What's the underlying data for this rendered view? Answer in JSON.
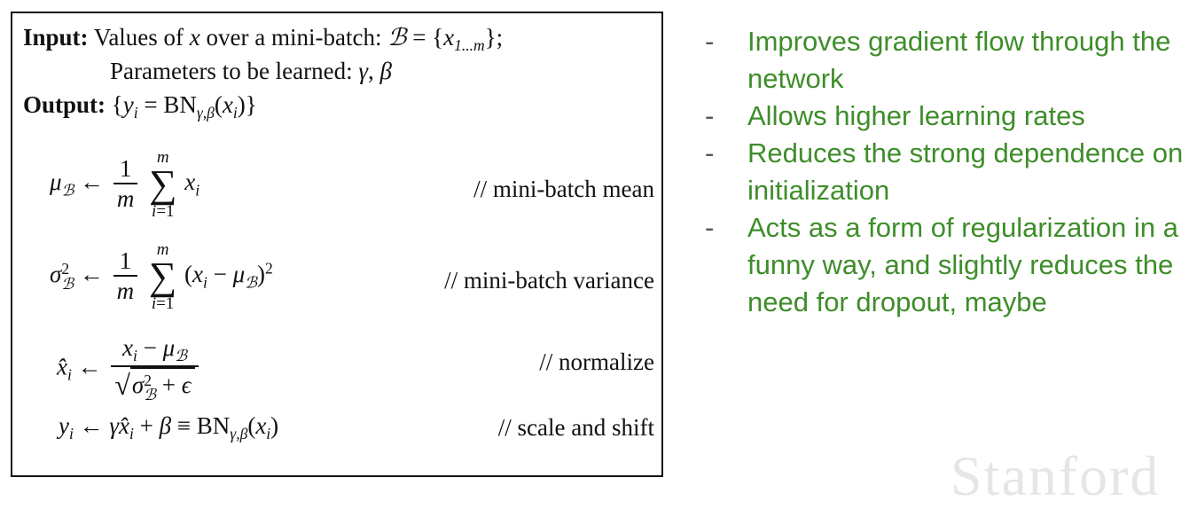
{
  "algorithm": {
    "input_label": "Input:",
    "input_text": "Values of",
    "input_text2": "over a mini-batch:",
    "params_text": "Parameters to be learned:",
    "output_label": "Output:",
    "comments": {
      "mean": "// mini-batch mean",
      "variance": "// mini-batch variance",
      "normalize": "// normalize",
      "scale_shift": "// scale and shift"
    }
  },
  "bullets": [
    "Improves gradient flow through the network",
    "Allows higher learning rates",
    "Reduces the strong dependence on initialization",
    "Acts as a form of regularization in a funny way, and slightly reduces the need for dropout, maybe"
  ],
  "watermark": "Stanford"
}
